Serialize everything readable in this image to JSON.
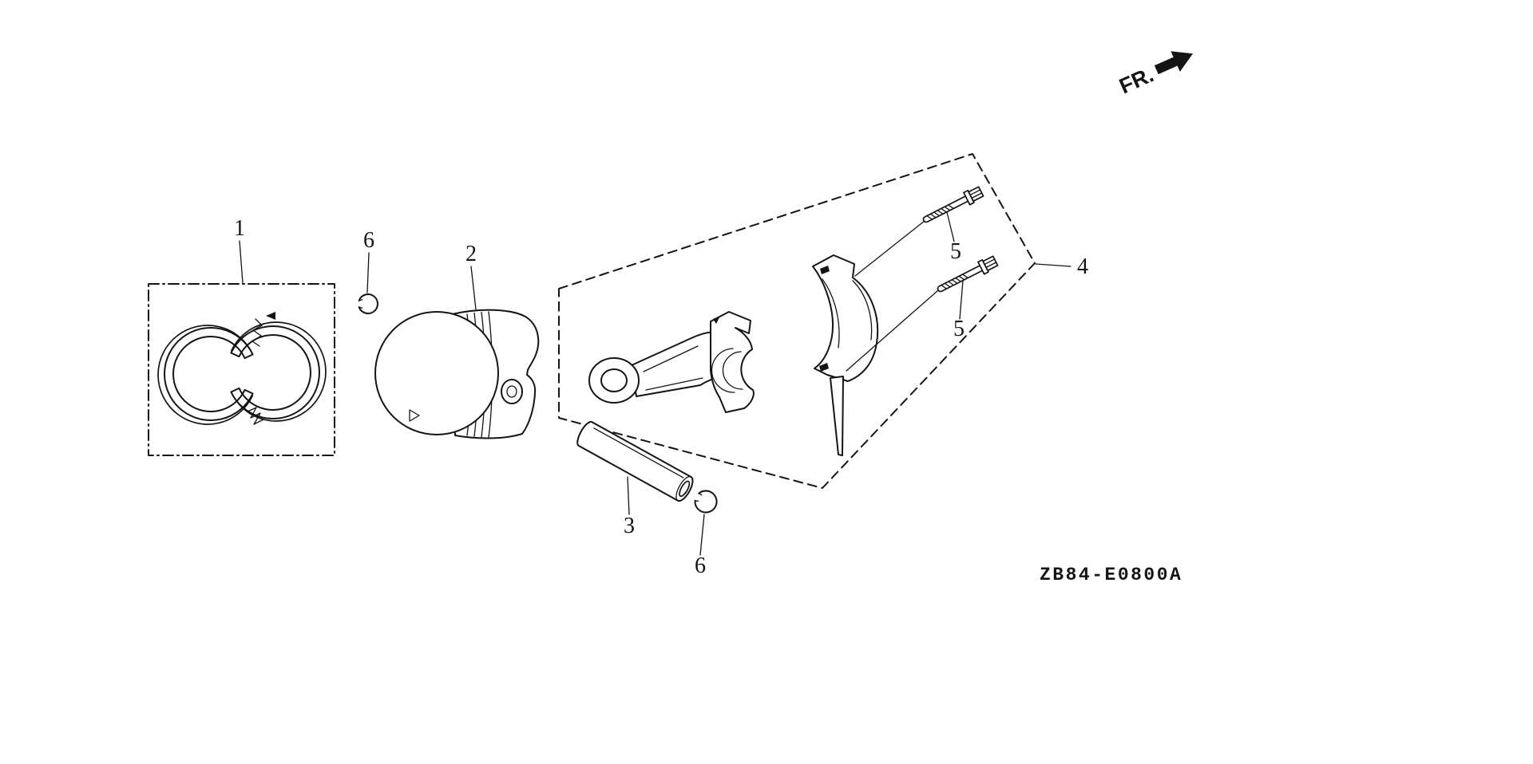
{
  "diagram": {
    "colors": {
      "ink": "#141414",
      "background": "#ffffff"
    },
    "direction_indicator": "FR.",
    "code": "ZB84-E0800A",
    "callouts": {
      "c1": "1",
      "c2": "2",
      "c3": "3",
      "c4": "4",
      "c5_upper": "5",
      "c5_lower": "5",
      "c6_upper": "6",
      "c6_lower": "6"
    }
  }
}
